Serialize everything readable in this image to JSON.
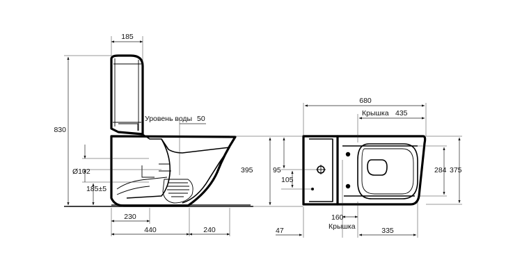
{
  "diagram": {
    "side_view": {
      "width_top": "185",
      "height_total": "830",
      "water_level_label": "Уровень воды",
      "water_level_value": "50",
      "outlet_diameter": "Ø102",
      "outlet_height": "185±5",
      "height_seat": "395",
      "depth_outlet": "230",
      "depth_total": "440",
      "depth_front": "240"
    },
    "top_view": {
      "length_total": "680",
      "lid_label_top": "Крышка",
      "lid_value_top": "435",
      "bolt_spacing": "95",
      "bolt_height": "105",
      "width_inner": "284",
      "width_total": "375",
      "lid_label_bottom": "Крышка",
      "lid_value_bottom": "160",
      "offset_back": "47",
      "bowl_length": "335"
    }
  }
}
